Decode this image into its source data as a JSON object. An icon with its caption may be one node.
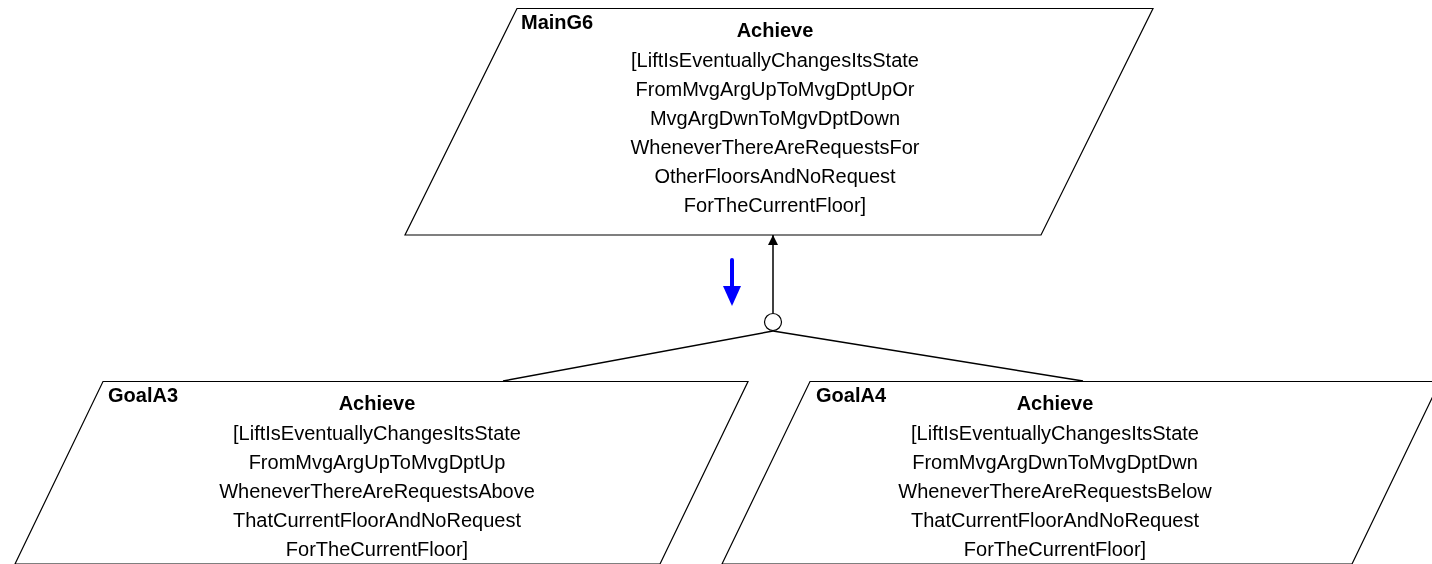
{
  "diagram": {
    "nodes": [
      {
        "text": [
          "MainG6",
          "Achieve",
          "[LiftIsEventuallyChangesItsState FromMvgArgUpToMvgDptUpOr MvgArgDwnToMgvDptDown WheneverThereAreRequestsFor OtherFloorsAndNoRequest ForTheCurrentFloor]"
        ]
      },
      {
        "text": [],
        "shape": "circle"
      },
      {
        "text": [
          "GoalA3",
          "Achieve",
          "[LiftIsEventuallyChangesItsState FromMvgArgUpToMvgDptUp WheneverThereAreRequestsAbove ThatCurrentFloorAndNoRequest ForTheCurrentFloor]"
        ]
      },
      {
        "text": [
          "GoalA4",
          "Achieve",
          "[LiftIsEventuallyChangesItsState FromMvgArgDwnToMvgDptDwn WheneverThereAreRequestsBelow ThatCurrentFloorAndNoRequest ForTheCurrentFloor]"
        ]
      }
    ],
    "edges": [
      {
        "from": 1,
        "to": 0,
        "arrow": "to"
      },
      {
        "from": 2,
        "to": 1,
        "arrow": "none"
      },
      {
        "from": 3,
        "to": 1,
        "arrow": "none"
      }
    ]
  }
}
